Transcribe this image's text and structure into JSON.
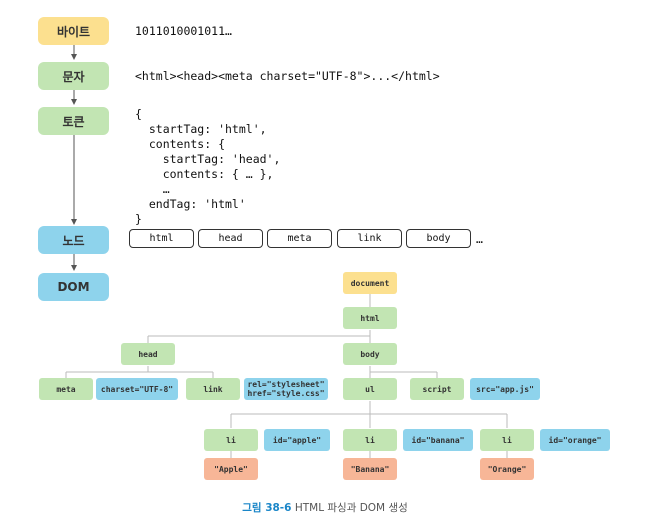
{
  "stages": [
    {
      "label": "바이트"
    },
    {
      "label": "문자"
    },
    {
      "label": "토큰"
    },
    {
      "label": "노드"
    },
    {
      "label": "DOM"
    }
  ],
  "bytes_text": "1011010001011…",
  "chars_text": "<html><head><meta charset=\"UTF-8\">...</html>",
  "tokens_text": "{\n  startTag: 'html',\n  contents: {\n    startTag: 'head',\n    contents: { … },\n    …\n  endTag: 'html'\n}",
  "node_chips": [
    "html",
    "head",
    "meta",
    "link",
    "body"
  ],
  "node_ellipsis": "…",
  "dom": {
    "document": "document",
    "html": "html",
    "head": "head",
    "body": "body",
    "meta": "meta",
    "meta_attr": "charset=\"UTF-8\"",
    "link": "link",
    "link_attr": "rel=\"stylesheet\"\nhref=\"style.css\"",
    "ul": "ul",
    "script": "script",
    "script_attr": "src=\"app.js\"",
    "li1": "li",
    "li1_attr": "id=\"apple\"",
    "li1_text": "\"Apple\"",
    "li2": "li",
    "li2_attr": "id=\"banana\"",
    "li2_text": "\"Banana\"",
    "li3": "li",
    "li3_attr": "id=\"orange\"",
    "li3_text": "\"Orange\""
  },
  "caption": {
    "number": "그림 38-6",
    "title": "HTML 파싱과 DOM 생성"
  }
}
